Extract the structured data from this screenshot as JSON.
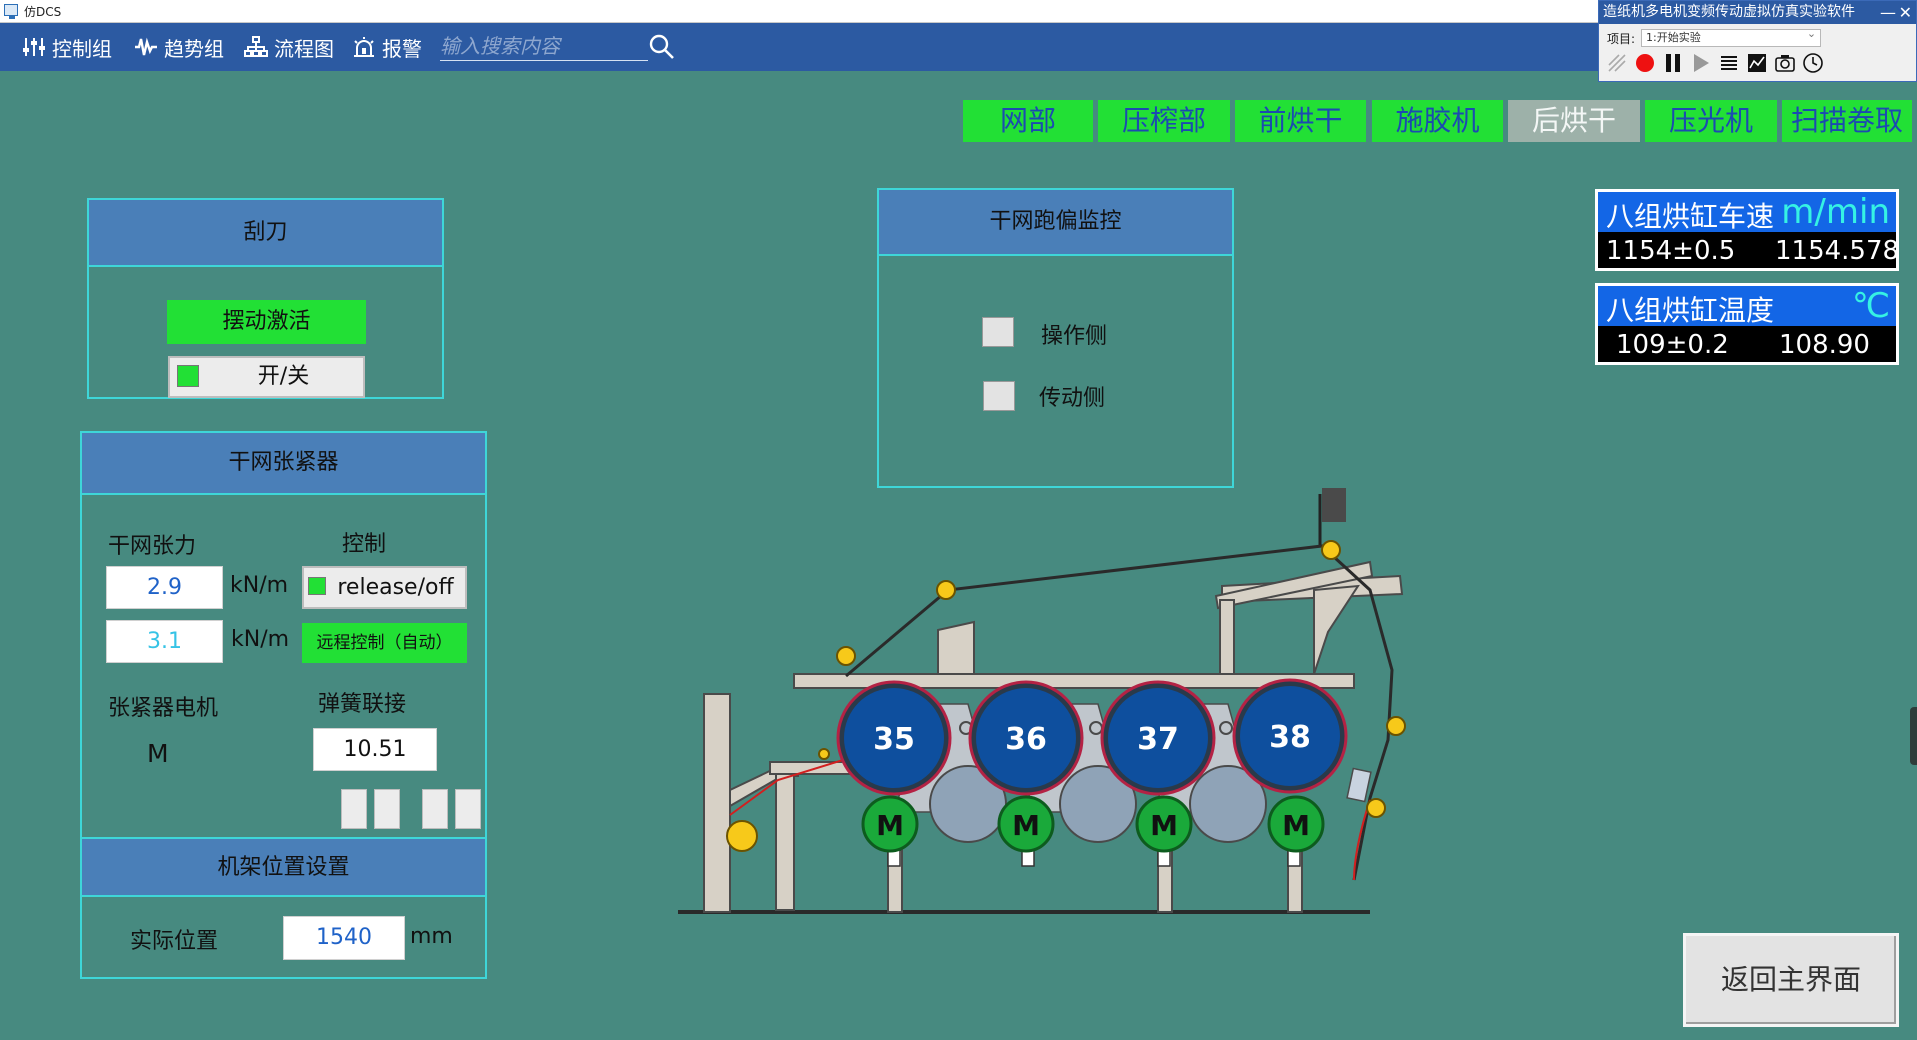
{
  "window": {
    "title": "仿DCS"
  },
  "menu": {
    "items": [
      {
        "label": "控制组",
        "icon": "sliders-icon"
      },
      {
        "label": "趋势组",
        "icon": "waveform-icon"
      },
      {
        "label": "流程图",
        "icon": "flowchart-icon"
      },
      {
        "label": "报警",
        "icon": "alarm-icon"
      }
    ],
    "search_placeholder": "输入搜索内容"
  },
  "sim_panel": {
    "title": "造纸机多电机变频传动虚拟仿真实验软件",
    "minimize": "—",
    "close": "✕",
    "project_label": "项目:",
    "project_value": "1:开始实验"
  },
  "sections": [
    "网部",
    "压榨部",
    "前烘干",
    "施胶机",
    "后烘干",
    "压光机",
    "扫描卷取"
  ],
  "active_section": "后烘干",
  "scraper": {
    "title": "刮刀",
    "activate_label": "摆动激活",
    "toggle_label": "开/关"
  },
  "tensioner": {
    "title": "干网张紧器",
    "tension_label": "干网张力",
    "control_label": "控制",
    "tension_value": "2.9",
    "tension_setpoint": "3.1",
    "unit": "kN/m",
    "release_label": "release/off",
    "remote_label": "远程控制（自动）",
    "motor_label": "张紧器电机",
    "motor_symbol": "M",
    "spring_label": "弹簧联接",
    "spring_value": "10.51"
  },
  "frame": {
    "title": "机架位置设置",
    "position_label": "实际位置",
    "position_value": "1540",
    "position_unit": "mm"
  },
  "deviation": {
    "title": "干网跑偏监控",
    "operator_side": "操作侧",
    "drive_side": "传动侧"
  },
  "speed": {
    "title": "八组烘缸车速",
    "unit": "m/min",
    "setpoint": "1154±0.5",
    "actual": "1154.578"
  },
  "temperature": {
    "title": "八组烘缸温度",
    "unit": "℃",
    "setpoint": "109±0.2",
    "actual": "108.90"
  },
  "machine": {
    "cylinders": [
      "35",
      "36",
      "37",
      "38"
    ],
    "motor_symbol": "M"
  },
  "return_label": "返回主界面",
  "colors": {
    "background": "#478a80",
    "menubar": "#2c5aa2",
    "active_green": "#22e035",
    "panel_header": "#4a7fb8",
    "panel_border": "#3ed6d8",
    "cylinder_blue": "#0e4f9e"
  }
}
